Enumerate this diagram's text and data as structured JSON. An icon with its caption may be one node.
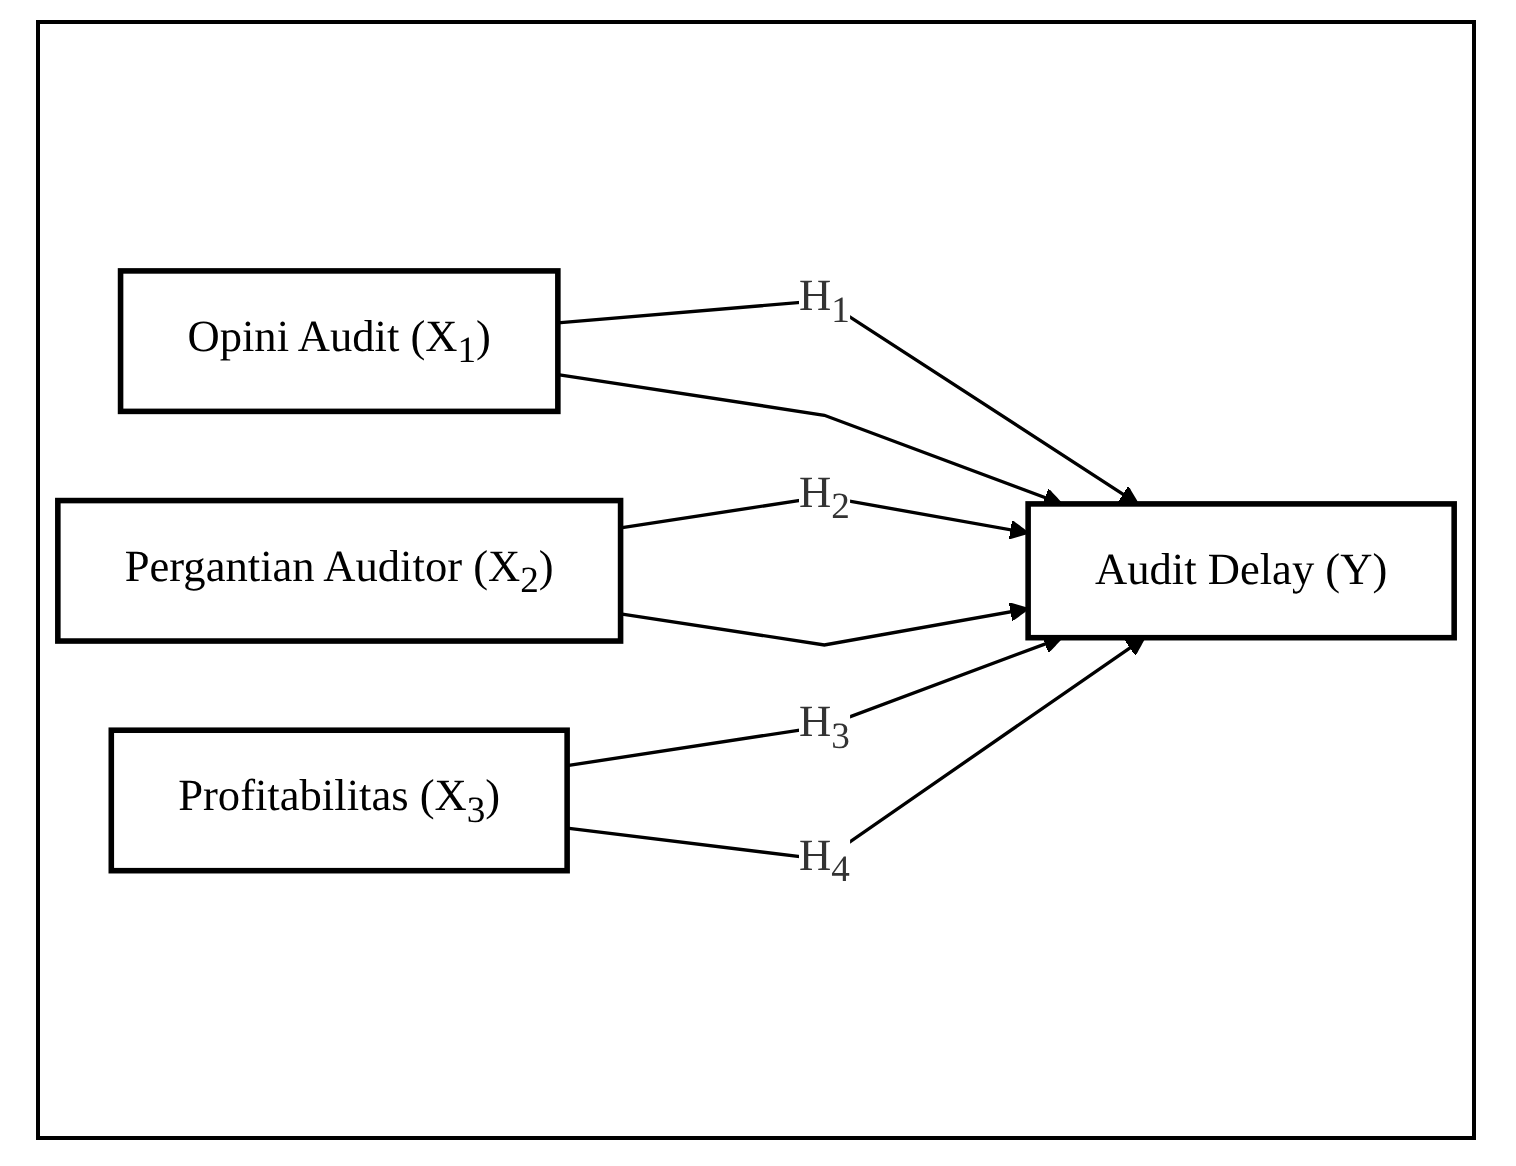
{
  "diagram": {
    "nodes": [
      {
        "text": [
          "Opini Audit (X$_{1}$)"
        ]
      },
      {
        "text": [
          "Pergantian Auditor (X$_{2}$)"
        ]
      },
      {
        "text": [
          "Profitabilitas (X$_{3}$)"
        ]
      },
      {
        "text": [
          "Audit Delay (Y)"
        ]
      }
    ],
    "edges": [
      {
        "from": 0,
        "to": 3,
        "arrow": "to",
        "label": "H$_{1}$"
      },
      {
        "from": 1,
        "to": 3,
        "arrow": "to",
        "label": "H$_{2}$"
      },
      {
        "from": 2,
        "to": 3,
        "arrow": "to",
        "label": "H$_{3}$"
      },
      {
        "from": 0,
        "to": 3,
        "arrow": "to"
      },
      {
        "from": 1,
        "to": 3,
        "arrow": "to"
      },
      {
        "from": 2,
        "to": 3,
        "arrow": "to",
        "label": "H$_{4}$"
      }
    ]
  }
}
